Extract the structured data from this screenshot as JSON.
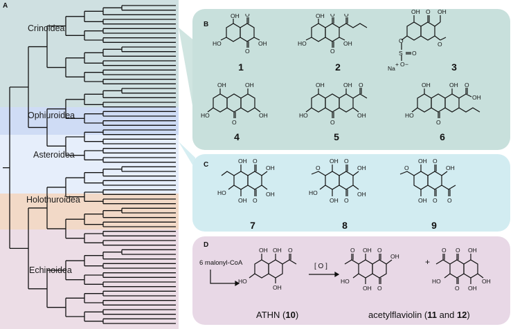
{
  "panels": {
    "a": "A",
    "b": "B",
    "c": "C",
    "d": "D"
  },
  "clades": [
    "Crinoidea",
    "Ophiuroidea",
    "Asteroidea",
    "Holothuroidea",
    "Echinoidea"
  ],
  "colors": {
    "crinoidea": "#cfe0e1",
    "ophiuroidea": "#cfdcf5",
    "asteroidea": "#e6eefb",
    "holothuroidea": "#f2d9c7",
    "echinoidea": "#ecdde6",
    "panel_b": "#c8e0dc",
    "panel_c": "#d2ecf1",
    "panel_d": "#e8d8e6"
  },
  "compounds": {
    "c1": "1",
    "c2": "2",
    "c3": "3",
    "c4": "4",
    "c5": "5",
    "c6": "6",
    "c7": "7",
    "c8": "8",
    "c9": "9"
  },
  "scheme": {
    "precursor": "6 malonyl-CoA",
    "oxidant": "[ O ]",
    "plus": "+",
    "athn_prefix": "ATHN (",
    "athn_num": "10",
    "athn_suffix": ")",
    "product_prefix": "acetylflaviolin (",
    "product_num1": "11",
    "product_mid": " and ",
    "product_num2": "12",
    "product_suffix": ")"
  },
  "atoms": {
    "oh": "OH",
    "o": "O",
    "ho": "HO",
    "s": "S",
    "na": "Na",
    "plus": "+",
    "minus": "−"
  }
}
